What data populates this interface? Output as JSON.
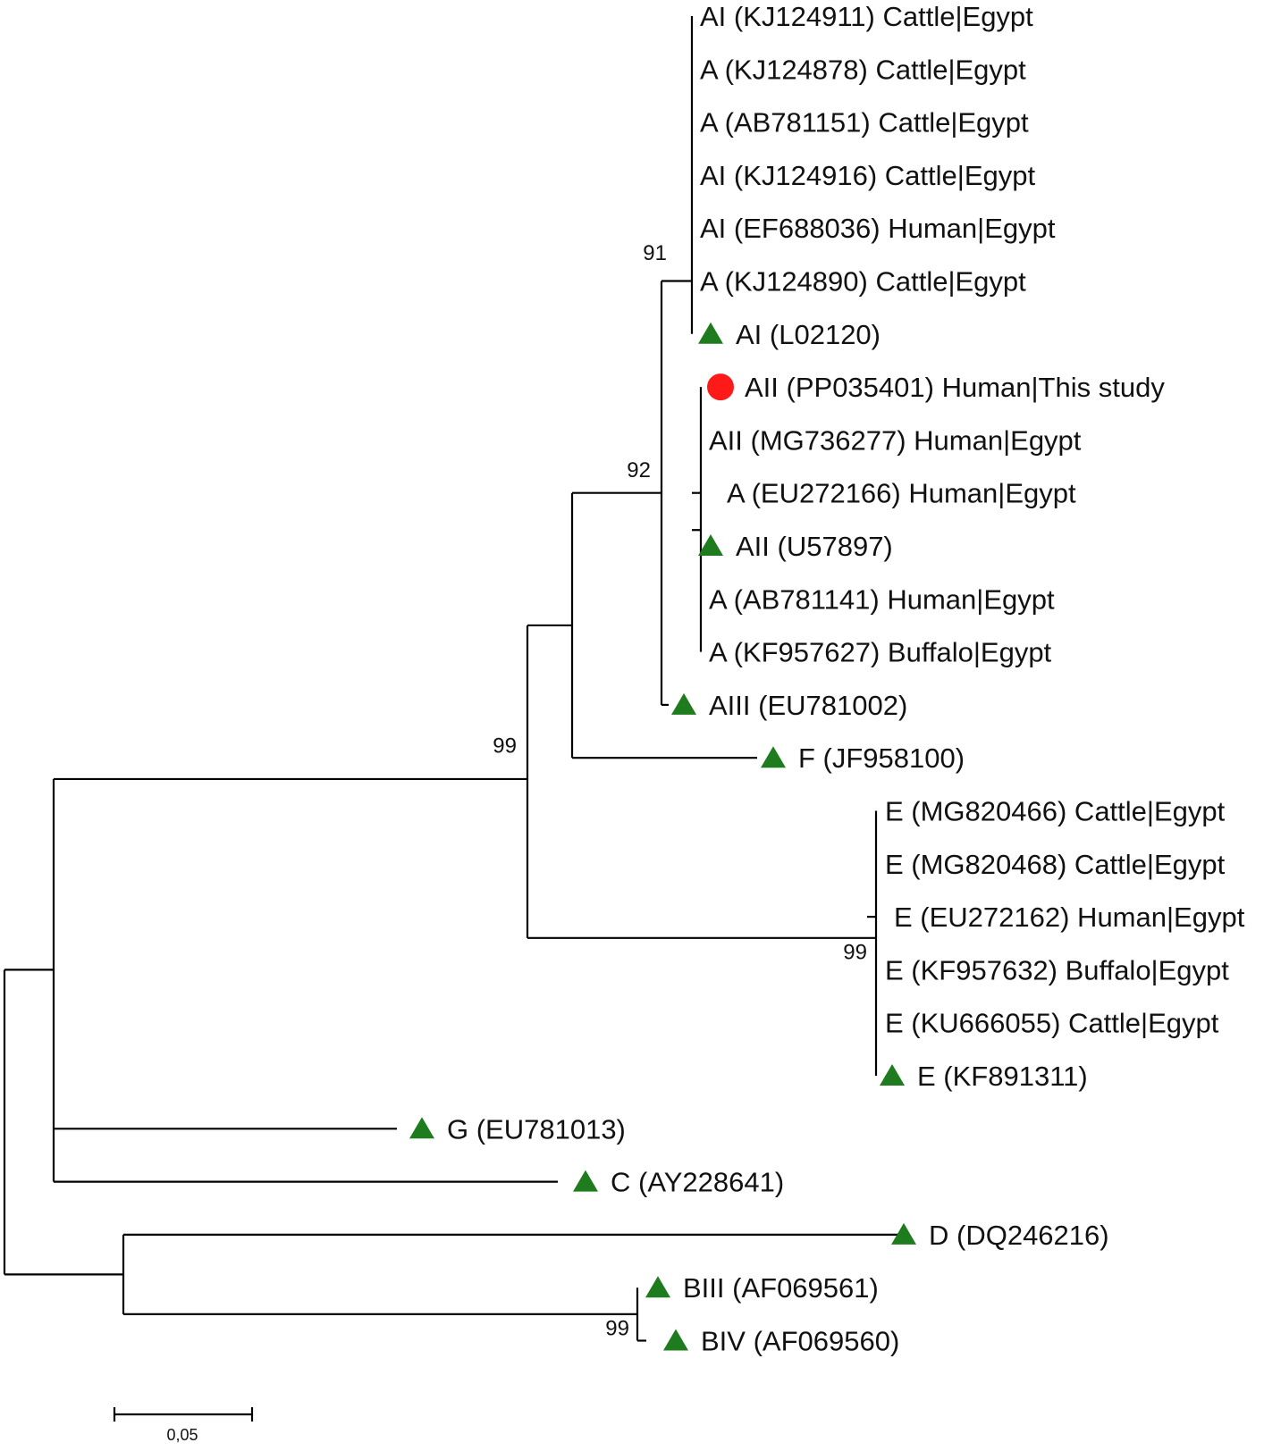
{
  "marker_colors": {
    "reference": "#1e7b1e",
    "this_study": "#ff1a1a"
  },
  "taxa": [
    {
      "label": "AI (KJ124911) Cattle|Egypt",
      "marker": null
    },
    {
      "label": "A (KJ124878) Cattle|Egypt",
      "marker": null
    },
    {
      "label": "A (AB781151) Cattle|Egypt",
      "marker": null
    },
    {
      "label": "AI (KJ124916) Cattle|Egypt",
      "marker": null
    },
    {
      "label": "AI (EF688036) Human|Egypt",
      "marker": null
    },
    {
      "label": "A (KJ124890) Cattle|Egypt",
      "marker": null
    },
    {
      "label": "AI (L02120)",
      "marker": "reference"
    },
    {
      "label": "AII (PP035401) Human|This study",
      "marker": "this_study"
    },
    {
      "label": "AII (MG736277) Human|Egypt",
      "marker": null
    },
    {
      "label": "A (EU272166) Human|Egypt",
      "marker": null
    },
    {
      "label": "AII (U57897)",
      "marker": "reference"
    },
    {
      "label": "A (AB781141) Human|Egypt",
      "marker": null
    },
    {
      "label": "A (KF957627) Buffalo|Egypt",
      "marker": null
    },
    {
      "label": "AIII (EU781002)",
      "marker": "reference"
    },
    {
      "label": "F (JF958100)",
      "marker": "reference"
    },
    {
      "label": "E (MG820466) Cattle|Egypt",
      "marker": null
    },
    {
      "label": "E (MG820468) Cattle|Egypt",
      "marker": null
    },
    {
      "label": "E (EU272162) Human|Egypt",
      "marker": null
    },
    {
      "label": "E (KF957632) Buffalo|Egypt",
      "marker": null
    },
    {
      "label": "E (KU666055) Cattle|Egypt",
      "marker": null
    },
    {
      "label": "E (KF891311)",
      "marker": "reference"
    },
    {
      "label": "G (EU781013)",
      "marker": "reference"
    },
    {
      "label": "C (AY228641)",
      "marker": "reference"
    },
    {
      "label": "D (DQ246216)",
      "marker": "reference"
    },
    {
      "label": "BIII (AF069561)",
      "marker": "reference"
    },
    {
      "label": "BIV (AF069560)",
      "marker": "reference"
    }
  ],
  "bootstrap_values": [
    "91",
    "92",
    "99",
    "99",
    "99"
  ],
  "scale_bar": {
    "label": "0,05",
    "value": 0.05
  }
}
